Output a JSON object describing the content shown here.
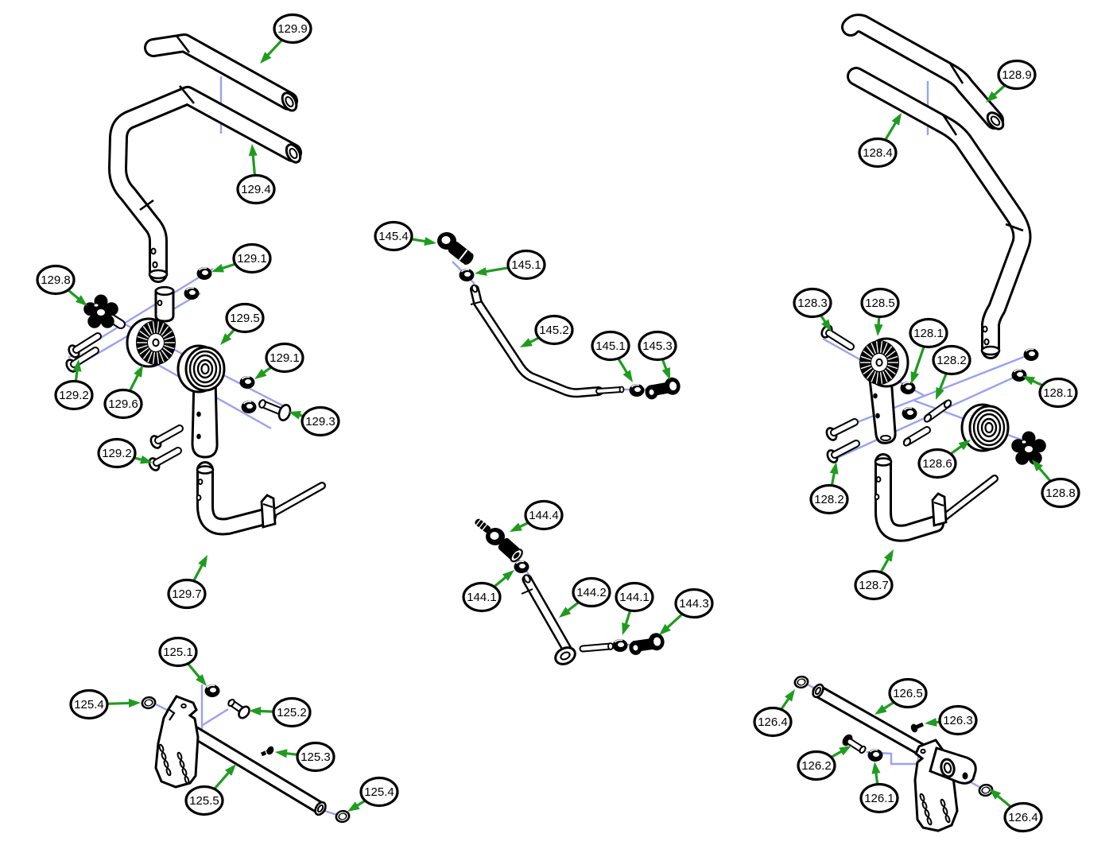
{
  "colors": {
    "arrow_green": "#1e9c1e",
    "guide_blue": "#9aa0f2",
    "ink": "#000000",
    "paper": "#ffffff"
  },
  "callout_groups": [
    {
      "part": "129",
      "name": "left-handlebar-assembly",
      "callouts": [
        {
          "label": "129.9",
          "bubble": [
            368,
            36
          ],
          "target": [
            327,
            80
          ]
        },
        {
          "label": "129.4",
          "bubble": [
            322,
            238
          ],
          "target": [
            317,
            181
          ]
        },
        {
          "label": "129.8",
          "bubble": [
            70,
            352
          ],
          "target": [
            110,
            385
          ]
        },
        {
          "label": "129.1",
          "bubble": [
            317,
            325
          ],
          "target": [
            266,
            342
          ]
        },
        {
          "label": "129.5",
          "bubble": [
            308,
            400
          ],
          "target": [
            277,
            434
          ]
        },
        {
          "label": "129.1",
          "bubble": [
            358,
            450
          ],
          "target": [
            320,
            477
          ]
        },
        {
          "label": "129.3",
          "bubble": [
            403,
            530
          ],
          "target": [
            363,
            518
          ]
        },
        {
          "label": "129.2",
          "bubble": [
            93,
            497
          ],
          "target": [
            99,
            452
          ]
        },
        {
          "label": "129.6",
          "bubble": [
            155,
            508
          ],
          "target": [
            180,
            459
          ]
        },
        {
          "label": "129.2",
          "bubble": [
            147,
            570
          ],
          "target": [
            192,
            582
          ]
        },
        {
          "label": "129.7",
          "bubble": [
            235,
            747
          ],
          "target": [
            261,
            698
          ]
        }
      ]
    },
    {
      "part": "125",
      "name": "left-bracket-axle-assembly",
      "callouts": [
        {
          "label": "125.1",
          "bubble": [
            224,
            820
          ],
          "target": [
            260,
            863
          ]
        },
        {
          "label": "125.4",
          "bubble": [
            112,
            886
          ],
          "target": [
            177,
            884
          ]
        },
        {
          "label": "125.2",
          "bubble": [
            367,
            896
          ],
          "target": [
            313,
            894
          ]
        },
        {
          "label": "125.3",
          "bubble": [
            397,
            952
          ],
          "target": [
            346,
            946
          ]
        },
        {
          "label": "125.5",
          "bubble": [
            257,
            1007
          ],
          "target": [
            297,
            961
          ]
        },
        {
          "label": "125.4",
          "bubble": [
            477,
            996
          ],
          "target": [
            437,
            1021
          ]
        }
      ]
    },
    {
      "part": "145",
      "name": "upper-linkage-rod",
      "callouts": [
        {
          "label": "145.4",
          "bubble": [
            495,
            297
          ],
          "target": [
            549,
            306
          ]
        },
        {
          "label": "145.1",
          "bubble": [
            662,
            333
          ],
          "target": [
            597,
            344
          ]
        },
        {
          "label": "145.2",
          "bubble": [
            697,
            415
          ],
          "target": [
            654,
            437
          ]
        },
        {
          "label": "145.1",
          "bubble": [
            768,
            435
          ],
          "target": [
            796,
            481
          ]
        },
        {
          "label": "145.3",
          "bubble": [
            827,
            435
          ],
          "target": [
            843,
            478
          ]
        }
      ]
    },
    {
      "part": "144",
      "name": "lower-linkage-rod",
      "callouts": [
        {
          "label": "144.4",
          "bubble": [
            684,
            648
          ],
          "target": [
            641,
            669
          ]
        },
        {
          "label": "144.1",
          "bubble": [
            606,
            751
          ],
          "target": [
            647,
            717
          ]
        },
        {
          "label": "144.2",
          "bubble": [
            744,
            745
          ],
          "target": [
            703,
            777
          ]
        },
        {
          "label": "144.1",
          "bubble": [
            798,
            751
          ],
          "target": [
            783,
            799
          ]
        },
        {
          "label": "144.3",
          "bubble": [
            873,
            759
          ],
          "target": [
            829,
            799
          ]
        }
      ]
    },
    {
      "part": "128",
      "name": "right-handlebar-assembly",
      "callouts": [
        {
          "label": "128.9",
          "bubble": [
            1279,
            94
          ],
          "target": [
            1240,
            129
          ]
        },
        {
          "label": "128.4",
          "bubble": [
            1104,
            192
          ],
          "target": [
            1134,
            142
          ]
        },
        {
          "label": "128.3",
          "bubble": [
            1022,
            381
          ],
          "target": [
            1046,
            417
          ]
        },
        {
          "label": "128.5",
          "bubble": [
            1107,
            381
          ],
          "target": [
            1104,
            423
          ]
        },
        {
          "label": "128.1",
          "bubble": [
            1168,
            419
          ],
          "target": [
            1146,
            483
          ]
        },
        {
          "label": "128.2",
          "bubble": [
            1197,
            453
          ],
          "target": [
            1177,
            503
          ]
        },
        {
          "label": "128.1",
          "bubble": [
            1331,
            494
          ],
          "target": [
            1286,
            473
          ]
        },
        {
          "label": "128.6",
          "bubble": [
            1179,
            583
          ],
          "target": [
            1221,
            553
          ]
        },
        {
          "label": "128.8",
          "bubble": [
            1334,
            620
          ],
          "target": [
            1298,
            578
          ]
        },
        {
          "label": "128.2",
          "bubble": [
            1043,
            628
          ],
          "target": [
            1052,
            581
          ]
        },
        {
          "label": "128.7",
          "bubble": [
            1099,
            736
          ],
          "target": [
            1124,
            691
          ]
        }
      ]
    },
    {
      "part": "126",
      "name": "right-bracket-axle-assembly",
      "callouts": [
        {
          "label": "126.4",
          "bubble": [
            972,
            908
          ],
          "target": [
            1000,
            867
          ]
        },
        {
          "label": "126.5",
          "bubble": [
            1142,
            872
          ],
          "target": [
            1100,
            899
          ]
        },
        {
          "label": "126.3",
          "bubble": [
            1205,
            906
          ],
          "target": [
            1163,
            910
          ]
        },
        {
          "label": "126.2",
          "bubble": [
            1027,
            963
          ],
          "target": [
            1071,
            938
          ]
        },
        {
          "label": "126.1",
          "bubble": [
            1106,
            1004
          ],
          "target": [
            1100,
            958
          ]
        },
        {
          "label": "126.4",
          "bubble": [
            1287,
            1028
          ],
          "target": [
            1244,
            992
          ]
        }
      ]
    }
  ]
}
